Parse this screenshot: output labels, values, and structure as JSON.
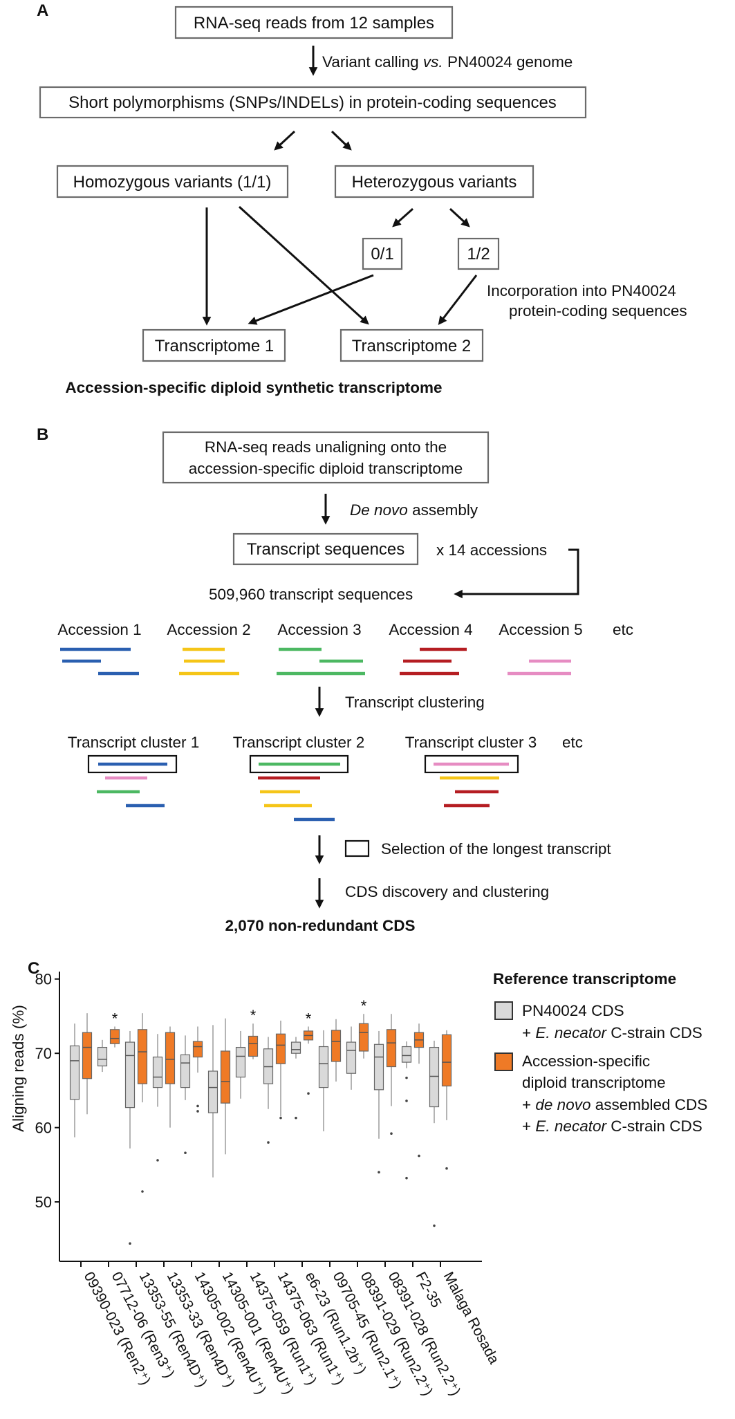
{
  "panel_a": {
    "label": "A",
    "rnaseq_box": "RNA-seq reads from 12 samples",
    "variant_calling_pre": "Variant calling ",
    "variant_calling_vs": "vs.",
    "variant_calling_post": " PN40024 genome",
    "short_poly_box": "Short polymorphisms (SNPs/INDELs) in protein-coding sequences",
    "homozygous_box": "Homozygous variants (1/1)",
    "heterozygous_box": "Heterozygous variants",
    "het_01": "0/1",
    "het_12": "1/2",
    "incorporation_line1": "Incorporation into PN40024",
    "incorporation_line2": "protein-coding sequences",
    "transcriptome1": "Transcriptome 1",
    "transcriptome2": "Transcriptome 2",
    "caption": "Accession-specific diploid synthetic transcriptome"
  },
  "panel_b": {
    "label": "B",
    "unaligned_line1": "RNA-seq reads unaligning onto the",
    "unaligned_line2": "accession-specific diploid transcriptome",
    "denovo_italic": "De novo",
    "denovo_rest": " assembly",
    "transcript_seq_box": "Transcript sequences",
    "x14": "x 14 accessions",
    "total_seqs": "509,960 transcript sequences",
    "accessions": [
      "Accession 1",
      "Accession 2",
      "Accession 3",
      "Accession 4",
      "Accession 5"
    ],
    "etc": "etc",
    "clustering": "Transcript clustering",
    "clusters": [
      "Transcript cluster 1",
      "Transcript cluster 2",
      "Transcript cluster 3"
    ],
    "selection": "Selection of the longest transcript",
    "cds_discovery": "CDS discovery and clustering",
    "final": "2,070 non-redundant CDS",
    "colors": {
      "blue": "#2a5fb0",
      "yellow": "#f5c518",
      "green": "#4cb862",
      "red": "#b51d22",
      "pink": "#e68cc2"
    }
  },
  "panel_c": {
    "label": "C",
    "chart_data": {
      "type": "box",
      "ylabel": "Aligning reads (%)",
      "ylim": [
        42,
        81
      ],
      "yticks": [
        50,
        60,
        70,
        80
      ],
      "categories": [
        "09390-023 (Ren2⁺)",
        "07712-06 (Ren3⁺)",
        "13353-55 (Ren4D⁺)",
        "13353-33 (Ren4D⁺)",
        "14305-002 (Ren4U⁺)",
        "14305-001 (Ren4U⁺)",
        "14375-059 (Run1⁺)",
        "14375-063 (Run1⁺)",
        "e6-23 (Run1.2b⁺)",
        "09705-45 (Run2.1⁺)",
        "08391-029 (Run2.2⁺)",
        "08391-028 (Run2.2⁺)",
        "F2-35",
        "Malaga Rosada"
      ],
      "significance": [
        "",
        "*",
        "",
        "",
        "",
        "",
        "*",
        "",
        "*",
        "",
        "*",
        "",
        "",
        ""
      ],
      "legend_title": "Reference transcriptome",
      "series": [
        {
          "name": "PN40024 CDS + E. necator C-strain CDS",
          "color": "#d9d9d9",
          "boxes": [
            {
              "lw": 58.7,
              "q1": 63.8,
              "med": 69.0,
              "q3": 71.0,
              "uw": 74.0,
              "out": []
            },
            {
              "lw": 67.5,
              "q1": 68.3,
              "med": 69.2,
              "q3": 70.8,
              "uw": 71.8,
              "out": []
            },
            {
              "lw": 57.2,
              "q1": 62.7,
              "med": 69.7,
              "q3": 71.5,
              "uw": 73.0,
              "out": [
                44.4
              ]
            },
            {
              "lw": 62.8,
              "q1": 65.4,
              "med": 66.8,
              "q3": 69.5,
              "uw": 72.6,
              "out": [
                55.6
              ]
            },
            {
              "lw": 63.7,
              "q1": 65.4,
              "med": 68.7,
              "q3": 69.8,
              "uw": 72.4,
              "out": [
                56.6
              ]
            },
            {
              "lw": 53.3,
              "q1": 62.0,
              "med": 65.4,
              "q3": 67.6,
              "uw": 73.8,
              "out": []
            },
            {
              "lw": 63.9,
              "q1": 66.8,
              "med": 69.6,
              "q3": 70.8,
              "uw": 73.0,
              "out": []
            },
            {
              "lw": 62.5,
              "q1": 65.9,
              "med": 68.2,
              "q3": 70.6,
              "uw": 72.2,
              "out": [
                58.0
              ]
            },
            {
              "lw": 69.3,
              "q1": 70.0,
              "med": 70.5,
              "q3": 71.5,
              "uw": 72.2,
              "out": [
                61.3
              ]
            },
            {
              "lw": 59.5,
              "q1": 65.4,
              "med": 68.6,
              "q3": 70.9,
              "uw": 73.1,
              "out": []
            },
            {
              "lw": 65.1,
              "q1": 67.3,
              "med": 70.4,
              "q3": 71.5,
              "uw": 73.6,
              "out": []
            },
            {
              "lw": 58.5,
              "q1": 65.1,
              "med": 69.5,
              "q3": 71.2,
              "uw": 73.0,
              "out": [
                54.0
              ]
            },
            {
              "lw": 68.0,
              "q1": 68.8,
              "med": 69.7,
              "q3": 70.9,
              "uw": 71.6,
              "out": [
                66.7,
                63.6,
                53.2
              ]
            },
            {
              "lw": 60.6,
              "q1": 62.8,
              "med": 66.9,
              "q3": 70.8,
              "uw": 71.7,
              "out": [
                46.8
              ]
            }
          ]
        },
        {
          "name": "Accession-specific diploid transcriptome + de novo assembled CDS + E. necator C-strain CDS",
          "color": "#ef7a26",
          "boxes": [
            {
              "lw": 61.8,
              "q1": 66.6,
              "med": 70.8,
              "q3": 72.8,
              "uw": 75.4,
              "out": []
            },
            {
              "lw": 70.8,
              "q1": 71.3,
              "med": 72.0,
              "q3": 73.2,
              "uw": 73.6,
              "out": []
            },
            {
              "lw": 63.4,
              "q1": 65.9,
              "med": 70.2,
              "q3": 73.2,
              "uw": 75.4,
              "out": [
                51.4
              ]
            },
            {
              "lw": 60.0,
              "q1": 65.9,
              "med": 69.2,
              "q3": 72.8,
              "uw": 73.6,
              "out": []
            },
            {
              "lw": 67.4,
              "q1": 69.5,
              "med": 70.9,
              "q3": 71.6,
              "uw": 73.6,
              "out": [
                62.9,
                62.2
              ]
            },
            {
              "lw": 56.4,
              "q1": 63.3,
              "med": 66.2,
              "q3": 70.3,
              "uw": 74.7,
              "out": []
            },
            {
              "lw": 69.2,
              "q1": 69.6,
              "med": 71.3,
              "q3": 72.3,
              "uw": 74.0,
              "out": []
            },
            {
              "lw": 61.5,
              "q1": 68.6,
              "med": 71.1,
              "q3": 72.6,
              "uw": 74.4,
              "out": [
                61.3
              ]
            },
            {
              "lw": 71.3,
              "q1": 71.8,
              "med": 72.4,
              "q3": 73.0,
              "uw": 73.6,
              "out": [
                64.6
              ]
            },
            {
              "lw": 66.2,
              "q1": 68.9,
              "med": 71.6,
              "q3": 73.1,
              "uw": 74.6,
              "out": []
            },
            {
              "lw": 69.3,
              "q1": 70.3,
              "med": 72.8,
              "q3": 74.0,
              "uw": 75.3,
              "out": []
            },
            {
              "lw": 62.9,
              "q1": 68.2,
              "med": 71.4,
              "q3": 73.2,
              "uw": 75.3,
              "out": [
                59.2
              ]
            },
            {
              "lw": 68.6,
              "q1": 70.8,
              "med": 71.8,
              "q3": 72.8,
              "uw": 74.0,
              "out": [
                56.2
              ]
            },
            {
              "lw": 61.0,
              "q1": 65.6,
              "med": 68.8,
              "q3": 72.5,
              "uw": 73.1,
              "out": [
                54.5
              ]
            }
          ]
        }
      ],
      "legend_items": [
        {
          "line1": "PN40024 CDS",
          "line2_pre": "+ ",
          "line2_it": "E. necator",
          "line2_post": " C-strain CDS"
        },
        {
          "line1": "Accession-specific",
          "line2": "diploid transcriptome",
          "line3_pre": "+ ",
          "line3_it": "de novo",
          "line3_post": " assembled CDS",
          "line4_pre": "+ ",
          "line4_it": "E. necator",
          "line4_post": " C-strain CDS"
        }
      ]
    }
  }
}
